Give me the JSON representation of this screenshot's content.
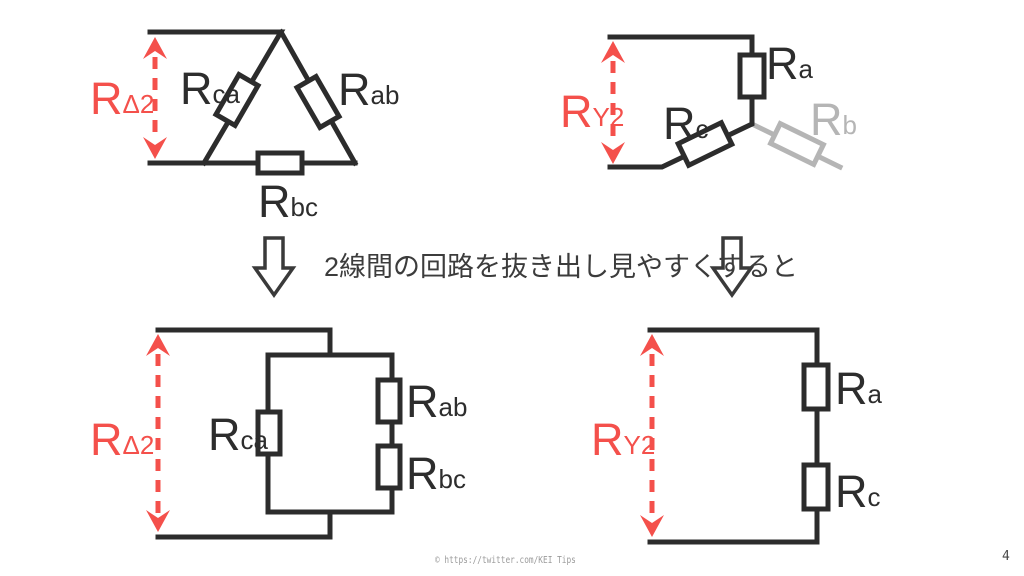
{
  "caption": {
    "text": "2線間の回路を抜き出し見やすくすると"
  },
  "footer": {
    "credit": "© https://twitter.com/KEI Tips",
    "page_number": "4"
  },
  "colors": {
    "wire": "#2c2c2c",
    "accent_red": "#f4504b",
    "inactive_gray": "#b5b5b5",
    "caption_text": "#3c3c3c",
    "footer_text": "#9b9b9b"
  },
  "labels": {
    "r_delta2": {
      "main": "R",
      "sub": "Δ2"
    },
    "r_y2": {
      "main": "R",
      "sub": "Y2"
    },
    "r_ca": {
      "main": "R",
      "sub": "ca"
    },
    "r_ab": {
      "main": "R",
      "sub": "ab"
    },
    "r_bc": {
      "main": "R",
      "sub": "bc"
    },
    "r_a": {
      "main": "R",
      "sub": "a"
    },
    "r_b": {
      "main": "R",
      "sub": "b"
    },
    "r_c": {
      "main": "R",
      "sub": "c"
    }
  },
  "circuits": {
    "delta_original": {
      "resistors": [
        "Rca",
        "Rab",
        "Rbc"
      ],
      "measured_between_two_lines": "RΔ2"
    },
    "wye_original": {
      "resistors": [
        "Ra",
        "Rc",
        "Rb"
      ],
      "inactive_branch": "Rb",
      "measured_between_two_lines": "RY2"
    },
    "delta_extracted": {
      "resistors": [
        "Rca",
        "Rab",
        "Rbc"
      ],
      "measured_between_two_lines": "RΔ2"
    },
    "wye_extracted": {
      "resistors": [
        "Ra",
        "Rc"
      ],
      "measured_between_two_lines": "RY2"
    }
  }
}
